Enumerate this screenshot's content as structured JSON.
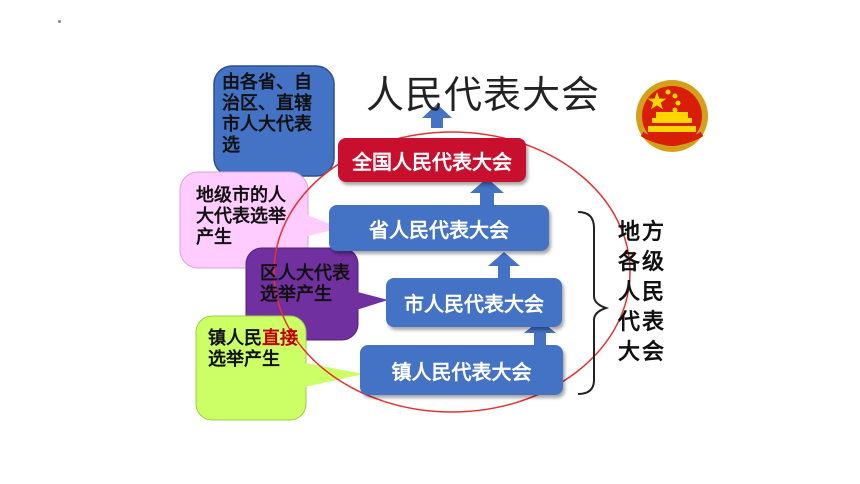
{
  "title": "人民代表大会",
  "levels": {
    "national": "全国人民代表大会",
    "province": "省人民代表大会",
    "city": "市人民代表大会",
    "town": "镇人民代表大会"
  },
  "bubbles": {
    "b1": "由各省、自治区、直辖市人大代表选",
    "b2": "地级市的人大代表选举产生",
    "b3": "区人大代表选举产生",
    "b4_part1": "镇人民",
    "b4_red1": "直",
    "b4_red2": "接",
    "b4_part2": "选举产生"
  },
  "side_label": "地方各级人民代表大会",
  "colors": {
    "red_box": "#c8102e",
    "blue_box": "#4472c4",
    "bubble_blue": "#4472c4",
    "bubble_pink": "#ffccff",
    "bubble_purple": "#7030a0",
    "bubble_green": "#ccff66",
    "circle": "#e83030"
  }
}
